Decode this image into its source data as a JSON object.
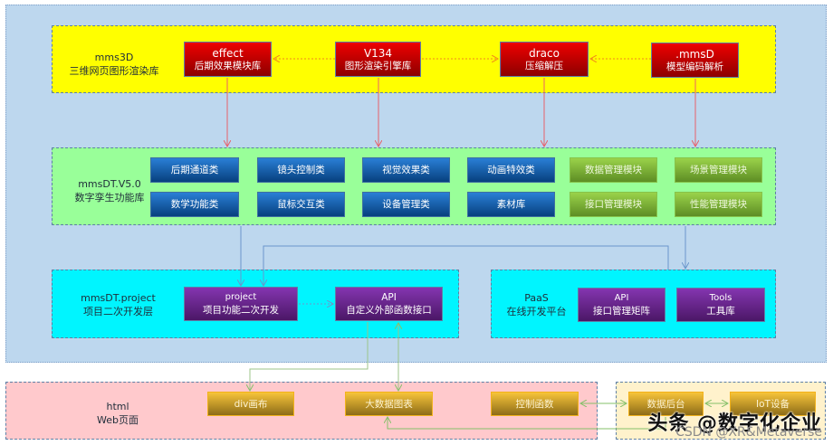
{
  "layers": {
    "mms3d": {
      "title": "mms3D",
      "subtitle": "三维网页图形渲染库",
      "boxes": [
        {
          "title": "effect",
          "subtitle": "后期效果模块库"
        },
        {
          "title": "V134",
          "subtitle": "图形渲染引擎库"
        },
        {
          "title": "draco",
          "subtitle": "压缩解压"
        },
        {
          "title": ".mmsD",
          "subtitle": "模型编码解析"
        }
      ]
    },
    "mmsdt": {
      "title": "mmsDT.V5.0",
      "subtitle": "数字孪生功能库",
      "row1": [
        "后期通道类",
        "镜头控制类",
        "视觉效果类",
        "动画特效类",
        "数据管理模块",
        "场景管理模块"
      ],
      "row2": [
        "数学功能类",
        "鼠标交互类",
        "设备管理类",
        "素材库",
        "接口管理模块",
        "性能管理模块"
      ]
    },
    "project": {
      "title": "mmsDT.project",
      "subtitle": "项目二次开发层",
      "boxes": [
        {
          "title": "project",
          "subtitle": "项目功能二次开发"
        },
        {
          "title": "API",
          "subtitle": "自定义外部函数接口"
        }
      ]
    },
    "paas": {
      "title": "PaaS",
      "subtitle": "在线开发平台",
      "boxes": [
        {
          "title": "API",
          "subtitle": "接口管理矩阵"
        },
        {
          "title": "Tools",
          "subtitle": "工具库"
        }
      ]
    },
    "html": {
      "title": "html",
      "subtitle": "Web页面",
      "boxes": [
        "div画布",
        "大数据图表",
        "控制函数"
      ]
    },
    "backend": {
      "boxes": [
        "数据后台",
        "IoT设备"
      ]
    }
  },
  "watermark": {
    "main": "头条 @数字化企业",
    "sub": "CSDN @XR&Metaverse"
  },
  "colors": {
    "outer_bg": "#bdd7ee",
    "mms3d_bg": "#ffff00",
    "mmsdt_bg": "#99ff99",
    "project_bg": "#00f5ff",
    "html_bg": "#ffc9cc",
    "backend_bg": "#fff2cc"
  }
}
